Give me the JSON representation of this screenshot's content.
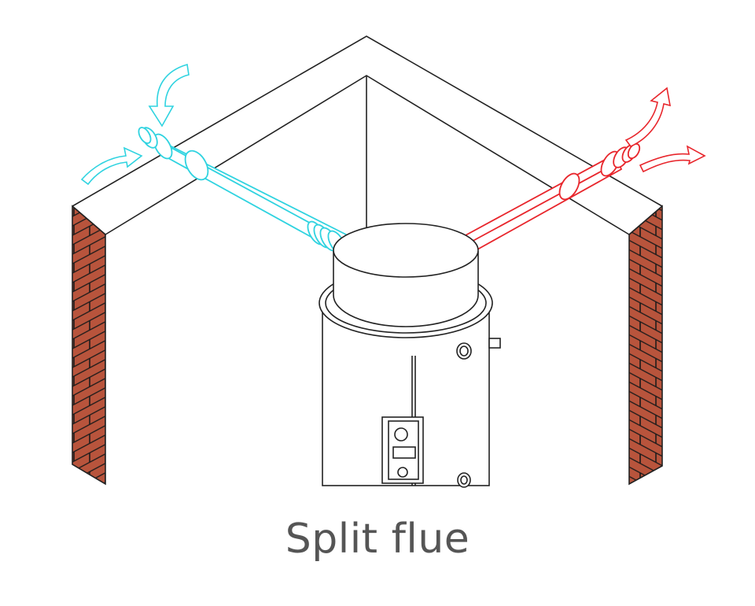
{
  "caption": "Split flue",
  "diagram": {
    "objects": [
      "corner-walls",
      "brick-wall-left",
      "brick-wall-right",
      "water-heater",
      "air-intake-pipe",
      "exhaust-pipe",
      "airflow-arrows"
    ],
    "colors": {
      "outline": "#222222",
      "intake": "#2fd3e0",
      "exhaust": "#e8262c",
      "brick": "#b8543c",
      "mortar": "#1a1a1a"
    },
    "icons": [
      "intake-arrow-icon",
      "exhaust-arrow-icon"
    ]
  }
}
